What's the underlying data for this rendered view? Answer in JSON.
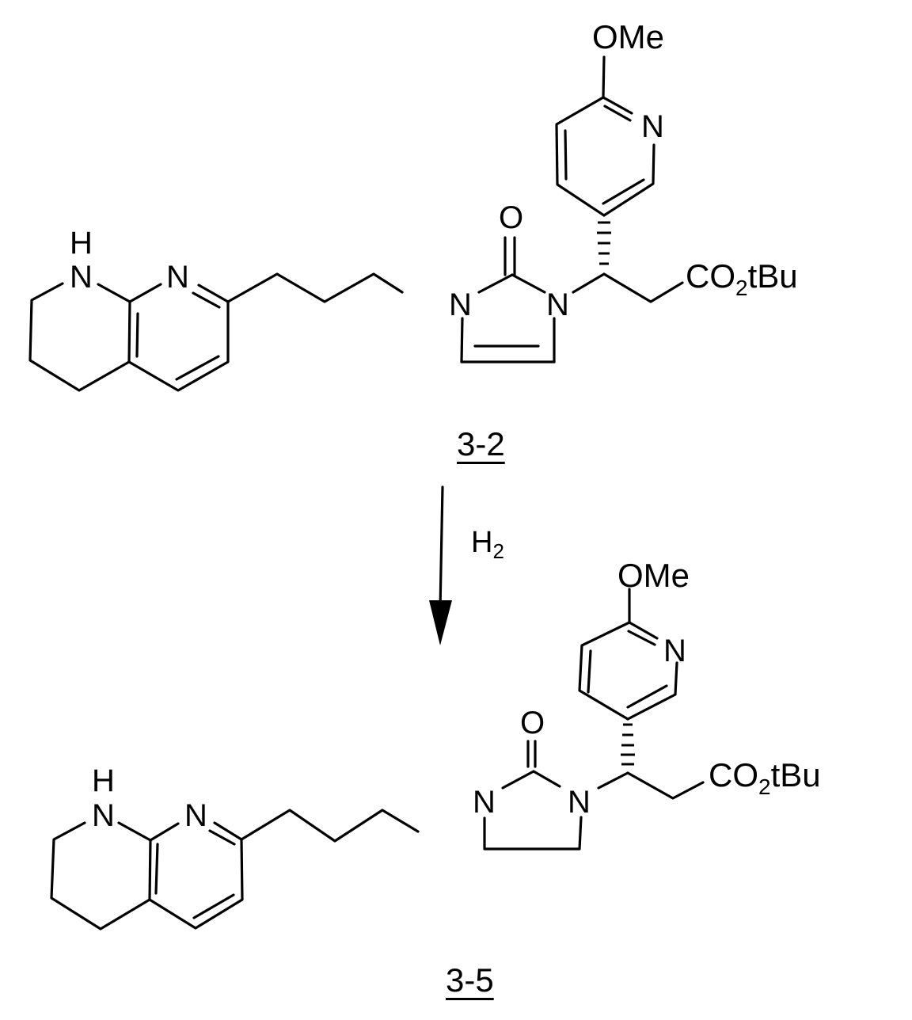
{
  "scheme": {
    "reagent": {
      "main": "H",
      "sub": "2"
    },
    "arrow_direction": "down"
  },
  "compounds": [
    {
      "id": "3-2",
      "atoms": {
        "nh_h": "H",
        "nh_n": "N",
        "pyr_n": "N",
        "urea_o": "O",
        "urea_n1": "N",
        "urea_n2": "N",
        "pyridine_n": "N",
        "ome": "OMe",
        "ester_pre": "CO",
        "ester_sub": "2",
        "ester_post": "tBu"
      },
      "ring_type": "imidazol-2-one (unsaturated)"
    },
    {
      "id": "3-5",
      "atoms": {
        "nh_h": "H",
        "nh_n": "N",
        "pyr_n": "N",
        "urea_o": "O",
        "urea_n1": "N",
        "urea_n2": "N",
        "pyridine_n": "N",
        "ome": "OMe",
        "ester_pre": "CO",
        "ester_sub": "2",
        "ester_post": "tBu"
      },
      "ring_type": "imidazolidin-2-one (saturated)"
    }
  ]
}
